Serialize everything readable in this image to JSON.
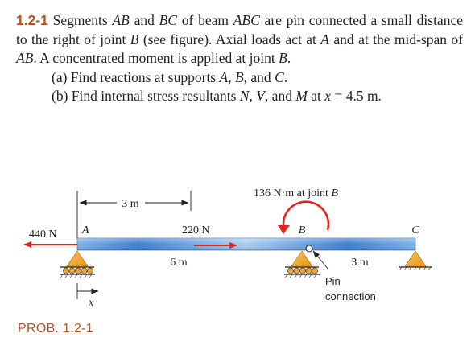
{
  "problem": {
    "number": "1.2-1",
    "intro_1": " Segments ",
    "ab": "AB",
    "intro_2": " and ",
    "bc": "BC",
    "intro_3": " of beam ",
    "abc": "ABC",
    "intro_4": " are pin connected a small distance to the right of joint ",
    "b1": "B",
    "intro_5": " (see figure). Axial loads act at ",
    "a1": "A",
    "intro_6": " and at the mid-span of ",
    "ab2": "AB",
    "intro_7": ". A concentrated moment is applied at joint ",
    "b2": "B",
    "intro_8": ".",
    "part_a_1": "(a) Find reactions at supports ",
    "part_a_A": "A",
    "part_a_2": ", ",
    "part_a_B": "B",
    "part_a_3": ", and ",
    "part_a_C": "C",
    "part_a_4": ".",
    "part_b_1": "(b) Find internal stress resultants ",
    "part_b_N": "N",
    "part_b_2": ", ",
    "part_b_V": "V",
    "part_b_3": ", and ",
    "part_b_M": "M",
    "part_b_4": " at ",
    "part_b_x": "x",
    "part_b_5": " = 4.5 m."
  },
  "figure": {
    "dim_top": "3 m",
    "moment_value": "136 N·m at joint ",
    "moment_joint": "B",
    "load_a": "440 N",
    "load_mid": "220 N",
    "joint_a": "A",
    "joint_b": "B",
    "joint_c": "C",
    "span_ab": "6 m",
    "span_bc": "3 m",
    "pin_label_1": "Pin",
    "pin_label_2": "connection",
    "axis_x": "x"
  },
  "footer": {
    "prob_label": "PROB. 1.2-1"
  },
  "colors": {
    "accent": "#b5521f",
    "load_arrow": "#e0251b",
    "beam": "#3a7fcc",
    "support": "#f2a521"
  }
}
